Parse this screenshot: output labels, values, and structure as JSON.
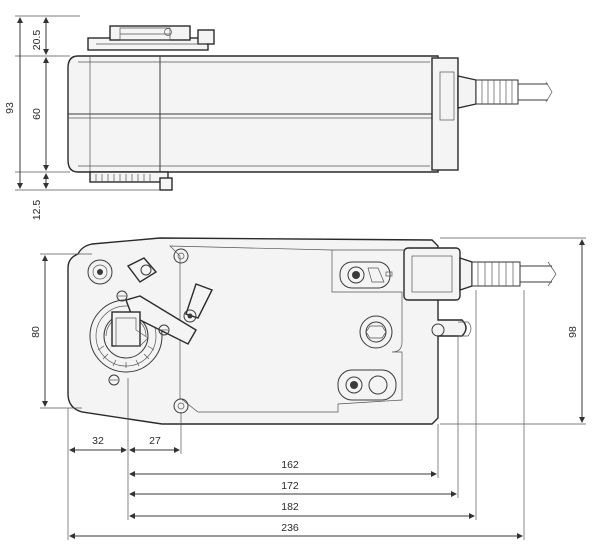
{
  "drawing": {
    "side_view": {
      "dim_total_height": "93",
      "dim_top_cap": "20.5",
      "dim_body": "60",
      "dim_bottom_shaft": "12.5"
    },
    "top_view": {
      "dim_height_left": "80",
      "dim_height_right": "98",
      "dim_x_32": "32",
      "dim_x_27": "27",
      "dim_162": "162",
      "dim_172": "172",
      "dim_182": "182",
      "dim_236": "236"
    }
  }
}
